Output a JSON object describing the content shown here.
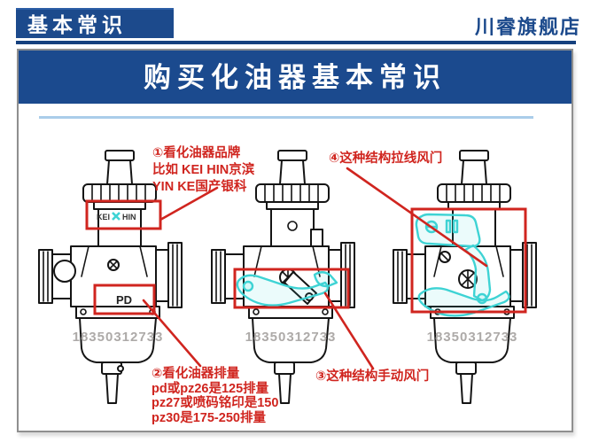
{
  "header": {
    "tag": "基本常识",
    "store": "川睿旗舰店"
  },
  "banner": {
    "title": "购买化油器基本常识"
  },
  "annotations": {
    "brand": {
      "line1": "①看化油器品牌",
      "line2": "比如 KEI HIN京滨",
      "line3": "YIN KE国产银科"
    },
    "displacement": {
      "line1": "②看化油器排量",
      "line2": "pd或pz26是125排量",
      "line3": "pz27或喷码铭印是150",
      "line4": "pz30是175-250排量"
    },
    "manual_choke": "③这种结构手动风门",
    "cable_choke": "④这种结构拉线风门"
  },
  "diagram": {
    "brand_left": "KEI",
    "brand_right": "HIN",
    "model_label": "PD",
    "watermark": "18350312733"
  },
  "colors": {
    "accent_blue": "#1b4a8e",
    "annotation_red": "#d0251f",
    "highlight_cyan": "#3ed3d4",
    "rule_light_blue": "#aacdea"
  }
}
